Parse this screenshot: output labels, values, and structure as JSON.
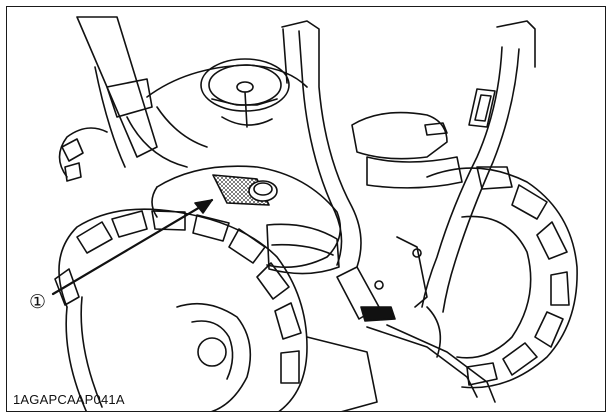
{
  "figure": {
    "code": "1AGAPCAAP041A",
    "callout_label": "①",
    "icon": "tractor-line-drawing",
    "hatched_area_icon": "hatched-label-area"
  }
}
